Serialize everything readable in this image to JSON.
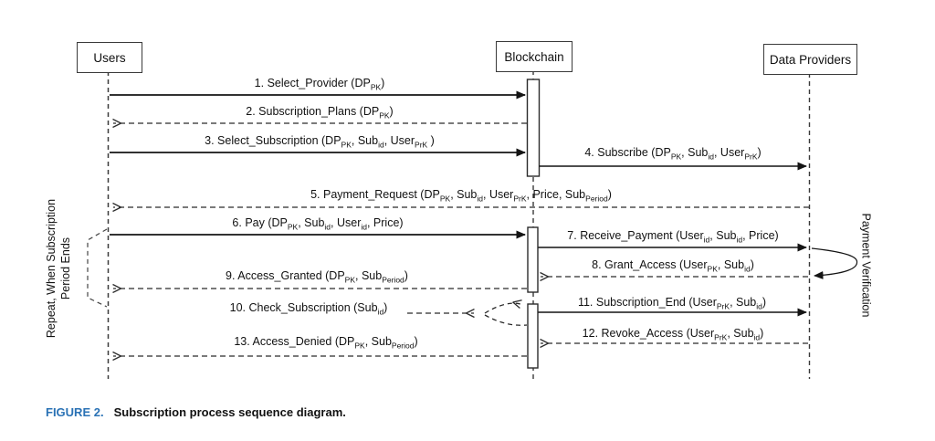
{
  "figure": {
    "caption_label": "FIGURE 2.",
    "caption_text": "Subscription process sequence diagram."
  },
  "diagram": {
    "actors": [
      {
        "name": "Users"
      },
      {
        "name": "Blockchain"
      },
      {
        "name": "Data Providers"
      }
    ],
    "side_notes": {
      "left_line1": "Repeat, When Subscription",
      "left_line2": "Period Ends",
      "right": "Payment Verification"
    },
    "messages": [
      {
        "num": 1,
        "from": "Users",
        "to": "Blockchain",
        "style": "solid",
        "parts": [
          {
            "t": "1. Select_Provider (DP"
          },
          {
            "s": "PK"
          },
          {
            "t": ")"
          }
        ]
      },
      {
        "num": 2,
        "from": "Blockchain",
        "to": "Users",
        "style": "dashed",
        "parts": [
          {
            "t": "2. Subscription_Plans (DP"
          },
          {
            "s": "PK"
          },
          {
            "t": ")"
          }
        ]
      },
      {
        "num": 3,
        "from": "Users",
        "to": "Blockchain",
        "style": "solid",
        "parts": [
          {
            "t": "3. Select_Subscription (DP"
          },
          {
            "s": "PK"
          },
          {
            "t": ", Sub"
          },
          {
            "s": "id"
          },
          {
            "t": ", User"
          },
          {
            "s": "PrK"
          },
          {
            "t": " )"
          }
        ]
      },
      {
        "num": 4,
        "from": "Blockchain",
        "to": "Data Providers",
        "style": "solid",
        "parts": [
          {
            "t": "4. Subscribe (DP"
          },
          {
            "s": "PK"
          },
          {
            "t": ", Sub"
          },
          {
            "s": "id"
          },
          {
            "t": ", User"
          },
          {
            "s": "PrK"
          },
          {
            "t": ")"
          }
        ]
      },
      {
        "num": 5,
        "from": "Data Providers",
        "to": "Users",
        "style": "dashed",
        "parts": [
          {
            "t": "5. Payment_Request (DP"
          },
          {
            "s": "PK"
          },
          {
            "t": ", Sub"
          },
          {
            "s": "id"
          },
          {
            "t": ", User"
          },
          {
            "s": "PrK"
          },
          {
            "t": ", Price, Sub"
          },
          {
            "s": "Period"
          },
          {
            "t": ")"
          }
        ]
      },
      {
        "num": 6,
        "from": "Users",
        "to": "Blockchain",
        "style": "solid",
        "parts": [
          {
            "t": "6. Pay (DP"
          },
          {
            "s": "PK"
          },
          {
            "t": ", Sub"
          },
          {
            "s": "id"
          },
          {
            "t": ", User"
          },
          {
            "s": "id"
          },
          {
            "t": ", Price)"
          }
        ]
      },
      {
        "num": 7,
        "from": "Blockchain",
        "to": "Data Providers",
        "style": "solid",
        "parts": [
          {
            "t": "7. Receive_Payment (User"
          },
          {
            "s": "id"
          },
          {
            "t": ", Sub"
          },
          {
            "s": "id"
          },
          {
            "t": ", Price)"
          }
        ]
      },
      {
        "num": 8,
        "from": "Data Providers",
        "to": "Blockchain",
        "style": "dashed",
        "parts": [
          {
            "t": "8. Grant_Access (User"
          },
          {
            "s": "PK"
          },
          {
            "t": ", Sub"
          },
          {
            "s": "id"
          },
          {
            "t": ")"
          }
        ]
      },
      {
        "num": 9,
        "from": "Blockchain",
        "to": "Users",
        "style": "dashed",
        "parts": [
          {
            "t": "9. Access_Granted (DP"
          },
          {
            "s": "PK"
          },
          {
            "t": ", Sub"
          },
          {
            "s": "Period"
          },
          {
            "t": ")"
          }
        ]
      },
      {
        "num": 10,
        "from": "Blockchain",
        "to": "Blockchain",
        "style": "dashed",
        "parts": [
          {
            "t": "10. Check_Subscription (Sub"
          },
          {
            "s": "id"
          },
          {
            "t": ")"
          }
        ]
      },
      {
        "num": 11,
        "from": "Blockchain",
        "to": "Data Providers",
        "style": "solid",
        "parts": [
          {
            "t": "11. Subscription_End (User"
          },
          {
            "s": "PrK"
          },
          {
            "t": ", Sub"
          },
          {
            "s": "id"
          },
          {
            "t": ")"
          }
        ]
      },
      {
        "num": 12,
        "from": "Data Providers",
        "to": "Blockchain",
        "style": "dashed",
        "parts": [
          {
            "t": "12. Revoke_Access (User"
          },
          {
            "s": "PrK"
          },
          {
            "t": ", Sub"
          },
          {
            "s": "id"
          },
          {
            "t": ")"
          }
        ]
      },
      {
        "num": 13,
        "from": "Blockchain",
        "to": "Users",
        "style": "dashed",
        "parts": [
          {
            "t": "13. Access_Denied (DP"
          },
          {
            "s": "PK"
          },
          {
            "t": ", Sub"
          },
          {
            "s": "Period"
          },
          {
            "t": ")"
          }
        ]
      }
    ]
  }
}
